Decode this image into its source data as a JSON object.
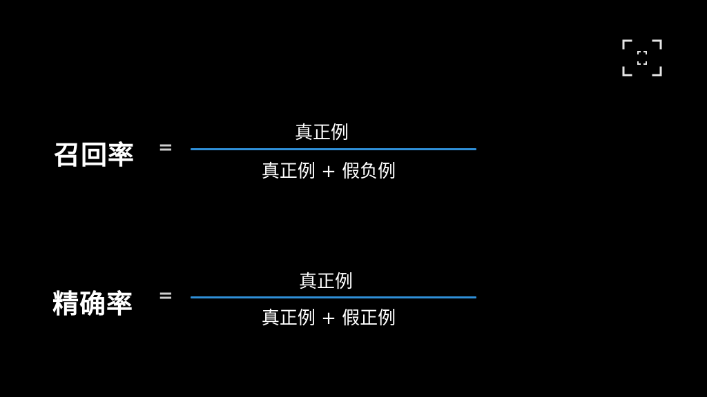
{
  "toolbar": {
    "fullscreen_icon": "fullscreen-frame-icon"
  },
  "colors": {
    "background": "#000000",
    "text": "#ffffff",
    "fraction_bar": "#2f8fd8"
  },
  "formulas": [
    {
      "term": "召回率",
      "equals": "=",
      "numerator": "真正例",
      "denominator": "真正例 + 假负例"
    },
    {
      "term": "精确率",
      "equals": "=",
      "numerator": "真正例",
      "denominator": "真正例 + 假正例"
    }
  ]
}
